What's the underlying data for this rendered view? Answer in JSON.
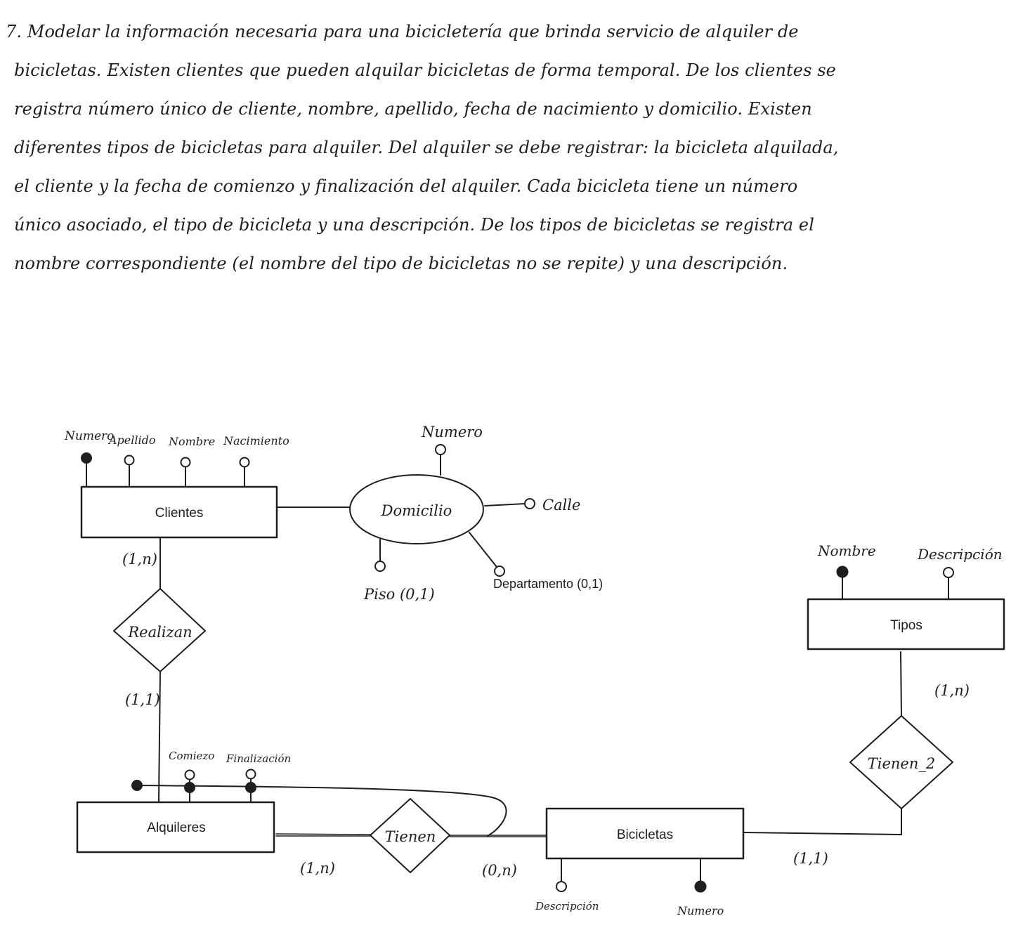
{
  "statement": {
    "lines": [
      "7.  Modelar la información necesaria para una bicicletería que brinda servicio de alquiler de",
      "bicicletas. Existen clientes que pueden alquilar bicicletas de forma temporal. De los clientes se",
      "registra número único de cliente, nombre, apellido, fecha de nacimiento y domicilio. Existen",
      "diferentes tipos de bicicletas para alquiler. Del alquiler se debe registrar: la bicicleta alquilada,",
      "el cliente y la fecha de comienzo y finalización del alquiler. Cada bicicleta tiene un número",
      "único asociado, el tipo de bicicleta y una descripción. De los tipos de bicicletas se registra el",
      "nombre correspondiente (el nombre del tipo de bicicletas no se repite) y una descripción."
    ]
  },
  "diagram": {
    "entities": {
      "clientes": "Clientes",
      "alquileres": "Alquileres",
      "bicicletas": "Bicicletas",
      "tipos": "Tipos"
    },
    "relationships": {
      "realizan": "Realizan",
      "tienen": "Tienen",
      "tienen_2": "Tienen_2"
    },
    "composite_attributes": {
      "domicilio": "Domicilio"
    },
    "attributes": {
      "clientes_numero": "Numero",
      "clientes_apellido": "Apellido",
      "clientes_nombre": "Nombre",
      "clientes_nacimiento": "Nacimiento",
      "domicilio_numero": "Numero",
      "domicilio_calle": "Calle",
      "domicilio_piso": "Piso (0,1)",
      "domicilio_departamento": "Departamento (0,1)",
      "alquileres_comienzo": "Comiezo",
      "alquileres_finalizacion": "Finalización",
      "bicicletas_descripcion": "Descripción",
      "bicicletas_numero": "Numero",
      "tipos_nombre": "Nombre",
      "tipos_descripcion": "Descripción"
    },
    "cardinalities": {
      "clientes_realizan": "(1,n)",
      "realizan_alquileres": "(1,1)",
      "alquileres_tienen": "(1,n)",
      "tienen_bicicletas": "(0,n)",
      "bicicletas_tienen_2": "(1,1)",
      "tipos_tienen_2": "(1,n)"
    },
    "colors": {
      "stroke": "#1e1e1e",
      "background": "#ffffff"
    }
  }
}
